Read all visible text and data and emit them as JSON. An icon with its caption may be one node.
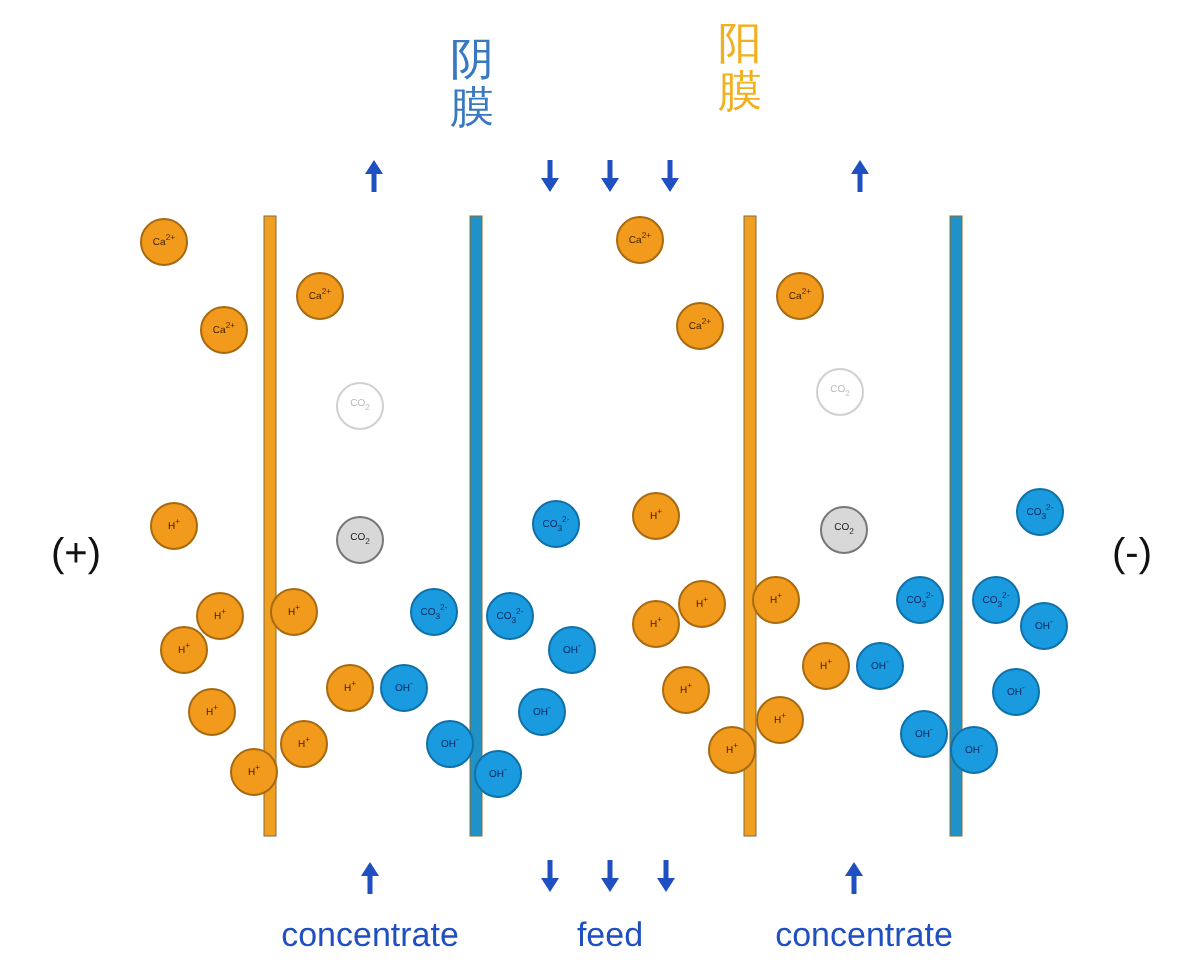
{
  "diagram": {
    "nodes": [
      {
        "text": [
          "Ca$^{2+}$"
        ]
      },
      {
        "text": [
          "Ca$^{2+}$"
        ]
      },
      {
        "text": [
          "Ca$^{2+}$"
        ]
      },
      {
        "text": [
          "CO$_{2}$"
        ]
      },
      {
        "text": [
          "H$^{+}$"
        ]
      },
      {
        "text": [
          "CO$_{2}$"
        ]
      },
      {
        "text": [
          "CO$_{3}$$^{2-}$"
        ]
      },
      {
        "text": [
          "H$^{+}$"
        ]
      },
      {
        "text": [
          "H$^{+}$"
        ]
      },
      {
        "text": [
          "H$^{+}$"
        ]
      },
      {
        "text": [
          "CO$_{3}$$^{2-}$"
        ]
      },
      {
        "text": [
          "CO$_{3}$$^{2-}$"
        ]
      },
      {
        "text": [
          "OH$^{-}$"
        ]
      },
      {
        "text": [
          "H$^{+}$"
        ]
      },
      {
        "text": [
          "OH$^{-}$"
        ]
      },
      {
        "text": [
          "H$^{+}$"
        ]
      },
      {
        "text": [
          "OH$^{-}$"
        ]
      },
      {
        "text": [
          "H$^{+}$"
        ]
      },
      {
        "text": [
          "OH$^{-}$"
        ]
      },
      {
        "text": [
          "H$^{+}$"
        ]
      },
      {
        "text": [
          "OH$^{-}$"
        ]
      },
      {
        "text": [
          "Ca$^{2+}$"
        ]
      },
      {
        "text": [
          "Ca$^{2+}$"
        ]
      },
      {
        "text": [
          "Ca$^{2+}$"
        ]
      },
      {
        "text": [
          "CO$_{2}$"
        ]
      },
      {
        "text": [
          "H$^{+}$"
        ]
      },
      {
        "text": [
          "CO$_{2}$"
        ]
      },
      {
        "text": [
          "CO$_{3}$$^{2-}$"
        ]
      },
      {
        "text": [
          "H$^{+}$"
        ]
      },
      {
        "text": [
          "H$^{+}$"
        ]
      },
      {
        "text": [
          "H$^{+}$"
        ]
      },
      {
        "text": [
          "CO$_{3}$$^{2-}$"
        ]
      },
      {
        "text": [
          "CO$_{3}$$^{2-}$"
        ]
      },
      {
        "text": [
          "OH$^{-}$"
        ]
      },
      {
        "text": [
          "H$^{+}$"
        ]
      },
      {
        "text": [
          "OH$^{-}$"
        ]
      },
      {
        "text": [
          "H$^{+}$"
        ]
      },
      {
        "text": [
          "OH$^{-}$"
        ]
      },
      {
        "text": [
          "H$^{+}$"
        ]
      },
      {
        "text": [
          "OH$^{-}$"
        ]
      },
      {
        "text": [
          "H$^{+}$"
        ]
      },
      {
        "text": [
          "OH$^{-}$"
        ]
      }
    ],
    "labels": [
      "阴膜",
      "阳膜",
      "(+)",
      "(-)",
      "concentrate",
      "feed",
      "concentrate"
    ]
  }
}
